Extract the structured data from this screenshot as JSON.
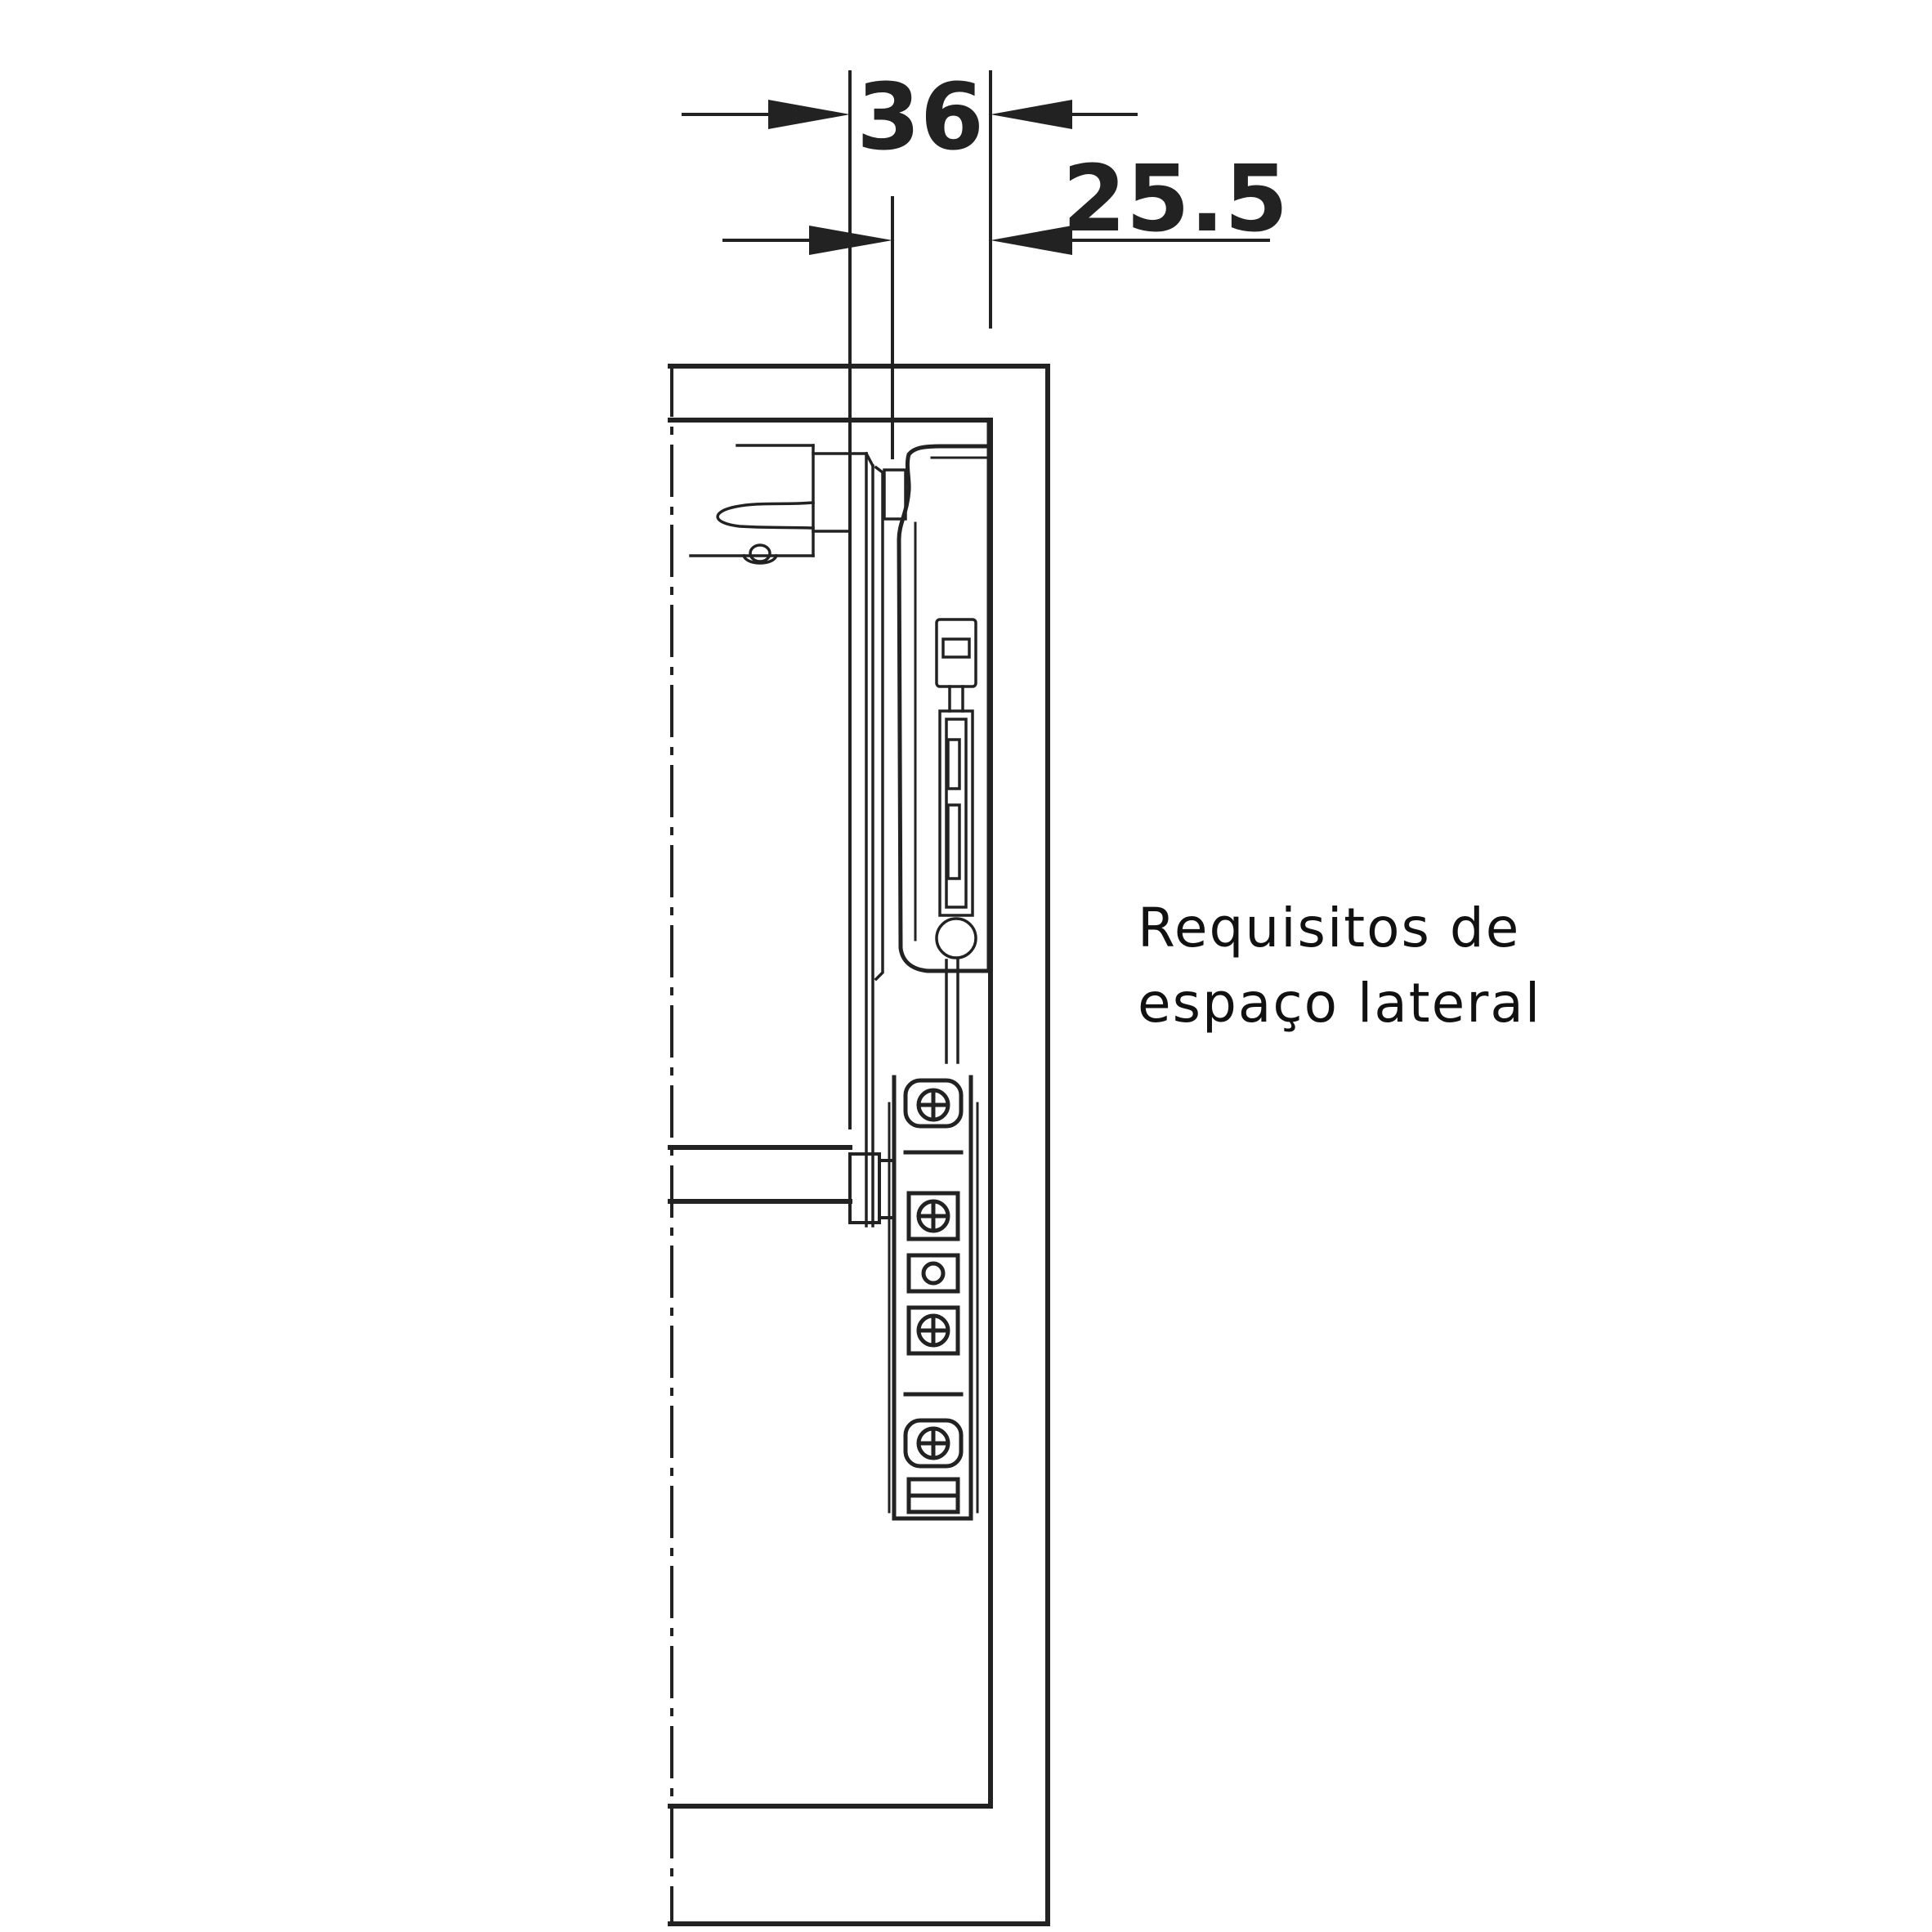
{
  "dimensions": {
    "outer_width": "36",
    "inner_offset": "25.5"
  },
  "caption": {
    "line1": "Requisitos de",
    "line2": "espaço lateral"
  },
  "colors": {
    "line": "#222222",
    "background": "#ffffff"
  }
}
